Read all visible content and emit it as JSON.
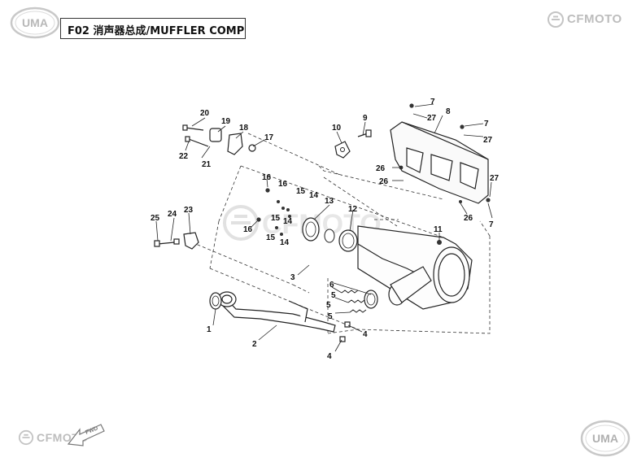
{
  "header": {
    "title": "F02 消声器总成/MUFFLER COMP",
    "uma_logo_text": "UMA",
    "brand_text": "CFMOTO"
  },
  "footer": {
    "brand_text": "CFMOTO",
    "uma_logo_text": "UMA",
    "direction_label": "FWD"
  },
  "watermark": "CFMOTO",
  "callouts": {
    "c1": "1",
    "c2": "2",
    "c3": "3",
    "c4a": "4",
    "c4b": "4",
    "c5a": "5",
    "c5b": "5",
    "c5c": "5",
    "c6": "6",
    "c7a": "7",
    "c7b": "7",
    "c7c": "7",
    "c8": "8",
    "c9": "9",
    "c10": "10",
    "c11": "11",
    "c12": "12",
    "c13": "13",
    "c14a": "14",
    "c14b": "14",
    "c14c": "14",
    "c15a": "15",
    "c15b": "15",
    "c15c": "15",
    "c16a": "16",
    "c16b": "16",
    "c16c": "16",
    "c17": "17",
    "c18": "18",
    "c19": "19",
    "c20": "20",
    "c21": "21",
    "c22": "22",
    "c23": "23",
    "c24": "24",
    "c25": "25",
    "c26a": "26",
    "c26b": "26",
    "c26c": "26",
    "c27a": "27",
    "c27b": "27",
    "c27c": "27"
  }
}
